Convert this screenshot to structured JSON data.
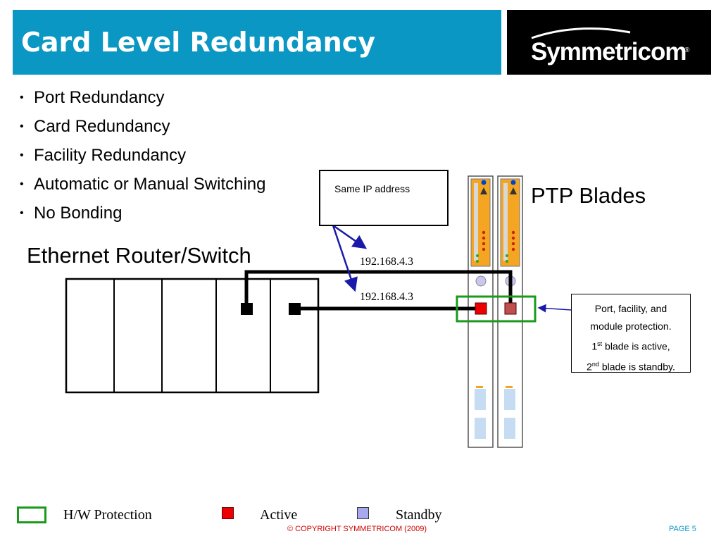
{
  "header": {
    "title": "Card Level Redundancy",
    "logo_text": "Symmetricom",
    "logo_mark": "®",
    "accent_color": "#0a97c4"
  },
  "bullets": [
    "Port Redundancy",
    "Card Redundancy",
    "Facility Redundancy",
    "Automatic or Manual Switching",
    "No Bonding"
  ],
  "diagram": {
    "router_label": "Ethernet Router/Switch",
    "blades_label": "PTP Blades",
    "callout_text": "Same IP address",
    "ip_addresses": [
      "192.168.4.3",
      "192.168.4.3"
    ],
    "note": {
      "line1": "Port, facility, and",
      "line2": "module protection.",
      "line3_num": "1",
      "line3_sup": "st",
      "line3_rest": " blade is active,",
      "line4_num": "2",
      "line4_sup": "nd",
      "line4_rest": " blade is standby."
    }
  },
  "legend": {
    "hw_protection": "H/W Protection",
    "active": "Active",
    "standby": "Standby",
    "protection_color": "#1a9a1a",
    "active_color": "#ee0000",
    "standby_color": "#a8a8ee"
  },
  "footer": {
    "copyright": "© COPYRIGHT SYMMETRICOM (2009)",
    "page": "PAGE 5"
  }
}
